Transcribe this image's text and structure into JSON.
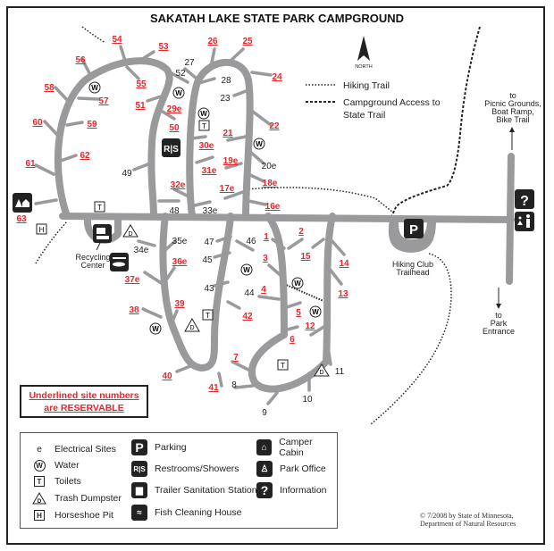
{
  "title": "SAKATAH LAKE STATE PARK CAMPGROUND",
  "north_label": "NORTH",
  "trail_key": [
    {
      "label": "Hiking Trail"
    },
    {
      "label": "Campground Access to State Trail"
    }
  ],
  "sites": [
    {
      "label": "54",
      "reservable": true
    },
    {
      "label": "53",
      "reservable": true
    },
    {
      "label": "56",
      "reservable": true
    },
    {
      "label": "55",
      "reservable": true
    },
    {
      "label": "57",
      "reservable": true
    },
    {
      "label": "58",
      "reservable": true
    },
    {
      "label": "52",
      "reservable": false
    },
    {
      "label": "27",
      "reservable": false
    },
    {
      "label": "51",
      "reservable": true
    },
    {
      "label": "29e",
      "reservable": true
    },
    {
      "label": "50",
      "reservable": true
    },
    {
      "label": "60",
      "reservable": true
    },
    {
      "label": "59",
      "reservable": true
    },
    {
      "label": "62",
      "reservable": true
    },
    {
      "label": "61",
      "reservable": true
    },
    {
      "label": "49",
      "reservable": false
    },
    {
      "label": "26",
      "reservable": true
    },
    {
      "label": "25",
      "reservable": true
    },
    {
      "label": "28",
      "reservable": false
    },
    {
      "label": "23",
      "reservable": false
    },
    {
      "label": "24",
      "reservable": true
    },
    {
      "label": "22",
      "reservable": true
    },
    {
      "label": "21",
      "reservable": true
    },
    {
      "label": "30e",
      "reservable": true
    },
    {
      "label": "19e",
      "reservable": true
    },
    {
      "label": "31e",
      "reservable": true
    },
    {
      "label": "20e",
      "reservable": false
    },
    {
      "label": "18e",
      "reservable": true
    },
    {
      "label": "32e",
      "reservable": true
    },
    {
      "label": "17e",
      "reservable": true
    },
    {
      "label": "16e",
      "reservable": true
    },
    {
      "label": "48",
      "reservable": false
    },
    {
      "label": "33e",
      "reservable": false
    },
    {
      "label": "63",
      "reservable": true
    },
    {
      "label": "34e",
      "reservable": false
    },
    {
      "label": "35e",
      "reservable": false
    },
    {
      "label": "36e",
      "reservable": true
    },
    {
      "label": "37e",
      "reservable": true
    },
    {
      "label": "38",
      "reservable": true
    },
    {
      "label": "39",
      "reservable": true
    },
    {
      "label": "40",
      "reservable": true
    },
    {
      "label": "41",
      "reservable": true
    },
    {
      "label": "47",
      "reservable": false
    },
    {
      "label": "46",
      "reservable": false
    },
    {
      "label": "45",
      "reservable": false
    },
    {
      "label": "43",
      "reservable": false
    },
    {
      "label": "44",
      "reservable": false
    },
    {
      "label": "42",
      "reservable": true
    },
    {
      "label": "1",
      "reservable": true
    },
    {
      "label": "2",
      "reservable": true
    },
    {
      "label": "3",
      "reservable": true
    },
    {
      "label": "15",
      "reservable": true
    },
    {
      "label": "14",
      "reservable": true
    },
    {
      "label": "4",
      "reservable": true
    },
    {
      "label": "13",
      "reservable": true
    },
    {
      "label": "5",
      "reservable": true
    },
    {
      "label": "12",
      "reservable": true
    },
    {
      "label": "6",
      "reservable": true
    },
    {
      "label": "7",
      "reservable": true
    },
    {
      "label": "8",
      "reservable": false
    },
    {
      "label": "11",
      "reservable": false
    },
    {
      "label": "10",
      "reservable": false
    },
    {
      "label": "9",
      "reservable": false
    }
  ],
  "places": {
    "recycling_1": "Recycling",
    "recycling_2": "Center",
    "trailhead_1": "Hiking Club",
    "trailhead_2": "Trailhead",
    "picnic_1": "to",
    "picnic_2": "Picnic Grounds,",
    "picnic_3": "Boat Ramp,",
    "picnic_4": "Bike Trail",
    "entrance_1": "to",
    "entrance_2": "Park",
    "entrance_3": "Entrance"
  },
  "reservable_note": {
    "line1": "Underlined site numbers",
    "line2": "are RESERVABLE"
  },
  "legend": {
    "electrical_symbol": "e",
    "items": [
      {
        "label": "Electrical Sites"
      },
      {
        "label": "Water"
      },
      {
        "label": "Toilets"
      },
      {
        "label": "Trash Dumpster"
      },
      {
        "label": "Horseshoe Pit"
      },
      {
        "label": "Parking"
      },
      {
        "label": "Restrooms/Showers"
      },
      {
        "label": "Trailer Sanitation Station"
      },
      {
        "label": "Fish Cleaning House"
      },
      {
        "label": "Camper Cabin"
      },
      {
        "label": "Park Office"
      },
      {
        "label": "Information"
      }
    ]
  },
  "copyright": {
    "line1": "© 7/2008 by State of Minnesota,",
    "line2": "Department of Natural Resources"
  },
  "colors": {
    "reservable": "#e8262a",
    "road": "#9a9a9c",
    "icon": "#222222"
  }
}
